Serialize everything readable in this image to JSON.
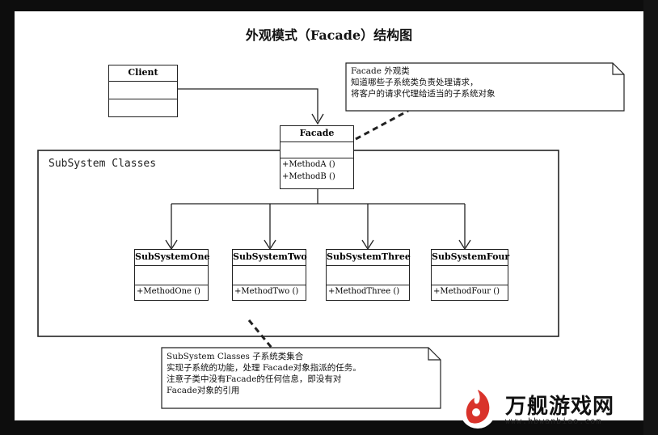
{
  "title": "外观模式（Facade）结构图",
  "client": {
    "name": "Client"
  },
  "facade": {
    "name": "Facade",
    "ops": [
      "+MethodA ()",
      "+MethodB ()"
    ]
  },
  "package_label": "SubSystem Classes",
  "subsystems": [
    {
      "name": "SubSystemOne",
      "op": "+MethodOne ()"
    },
    {
      "name": "SubSystemTwo",
      "op": "+MethodTwo ()"
    },
    {
      "name": "SubSystemThree",
      "op": "+MethodThree ()"
    },
    {
      "name": "SubSystemFour",
      "op": "+MethodFour ()"
    }
  ],
  "note_facade": [
    "Facade  外观类",
    "知道哪些子系统类负责处理请求，",
    "将客户的请求代理给适当的子系统对象"
  ],
  "note_subsystem": [
    "SubSystem Classes  子系统类集合",
    "实现子系统的功能，处理 Facade对象指派的任务。",
    "注意子类中没有Facade的任何信息，即没有对",
    "Facade对象的引用"
  ],
  "watermark": {
    "text": "万舰游戏网",
    "url": "www.hbwanbiao.com"
  },
  "colors": {
    "line": "#222222",
    "background": "#ffffff",
    "logo_red": "#d9332b"
  }
}
